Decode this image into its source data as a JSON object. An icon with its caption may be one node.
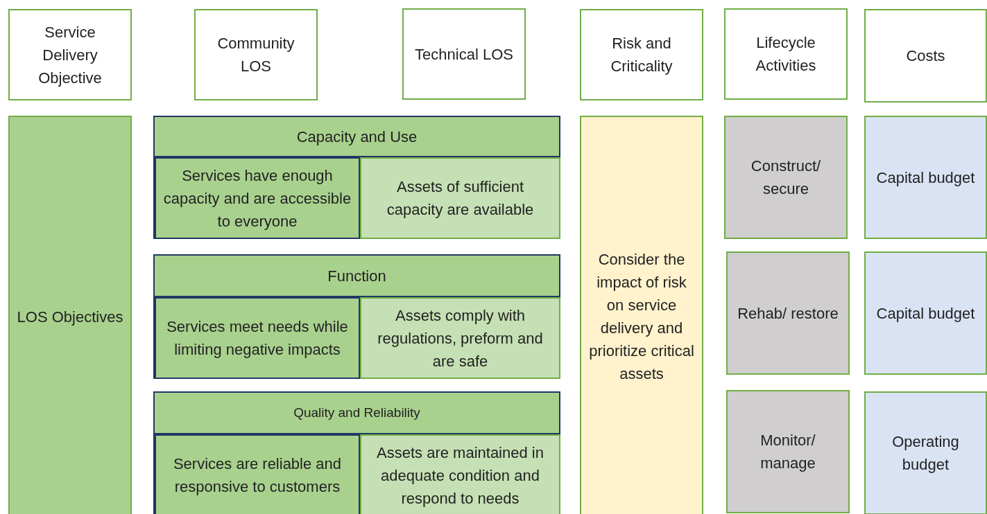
{
  "diagram": {
    "nodes": [
      {
        "text": [
          "Service Delivery Objective"
        ]
      },
      {
        "text": [
          "Community LOS"
        ]
      },
      {
        "text": [
          "Technical LOS"
        ]
      },
      {
        "text": [
          "Risk and Criticality"
        ]
      },
      {
        "text": [
          "Lifecycle Activities"
        ]
      },
      {
        "text": [
          "Costs"
        ]
      },
      {
        "text": [
          "LOS Objectives"
        ]
      },
      {
        "text": [
          "Capacity and Use"
        ]
      },
      {
        "text": [
          "Services have enough capacity and are accessible to everyone"
        ],
        "in": 7
      },
      {
        "text": [
          "Assets of sufficient capacity are available"
        ],
        "in": 7
      },
      {
        "text": [
          "Function"
        ]
      },
      {
        "text": [
          "Services meet needs while limiting negative impacts"
        ],
        "in": 10
      },
      {
        "text": [
          "Assets comply with regulations, preform and are safe"
        ],
        "in": 10
      },
      {
        "text": [
          "Quality and Reliability"
        ]
      },
      {
        "text": [
          "Services are reliable and responsive to customers"
        ],
        "in": 13
      },
      {
        "text": [
          "Assets are maintained in adequate condition and respond to needs"
        ],
        "in": 13
      },
      {
        "text": [
          "Consider the impact of risk on service delivery and prioritize critical assets"
        ]
      },
      {
        "text": [
          "Construct/ secure"
        ]
      },
      {
        "text": [
          "Capital budget"
        ]
      },
      {
        "text": [
          "Rehab/ restore"
        ]
      },
      {
        "text": [
          "Capital budget"
        ]
      },
      {
        "text": [
          "Monitor/ manage"
        ]
      },
      {
        "text": [
          "Operating budget"
        ]
      }
    ]
  }
}
